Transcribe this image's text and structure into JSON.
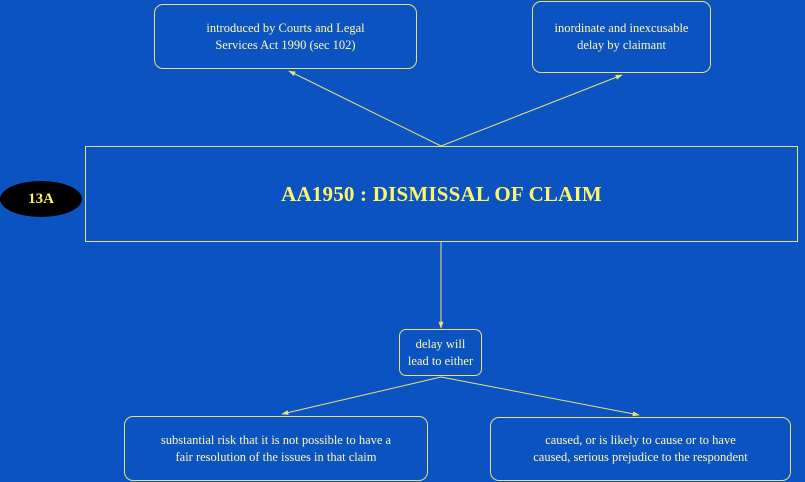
{
  "badge": "13A",
  "main_title": "AA1950 : DISMISSAL OF CLAIM",
  "nodes": {
    "courts": "introduced by Courts and Legal\nServices Act 1990 (sec 102)",
    "delay_claimant": "inordinate and inexcusable\ndelay by claimant",
    "delay_will": "delay will\nlead to either",
    "risk": "substantial risk that it is not possible to have a\nfair resolution of the issues in that claim",
    "prejudice": "caused, or is likely to cause or to have\ncaused, serious prejudice to the respondent"
  },
  "colors": {
    "background": "#0b53c0",
    "line": "#e8e07a",
    "text": "#fff9b0",
    "title": "#fff56b",
    "badge_bg": "#000000"
  }
}
